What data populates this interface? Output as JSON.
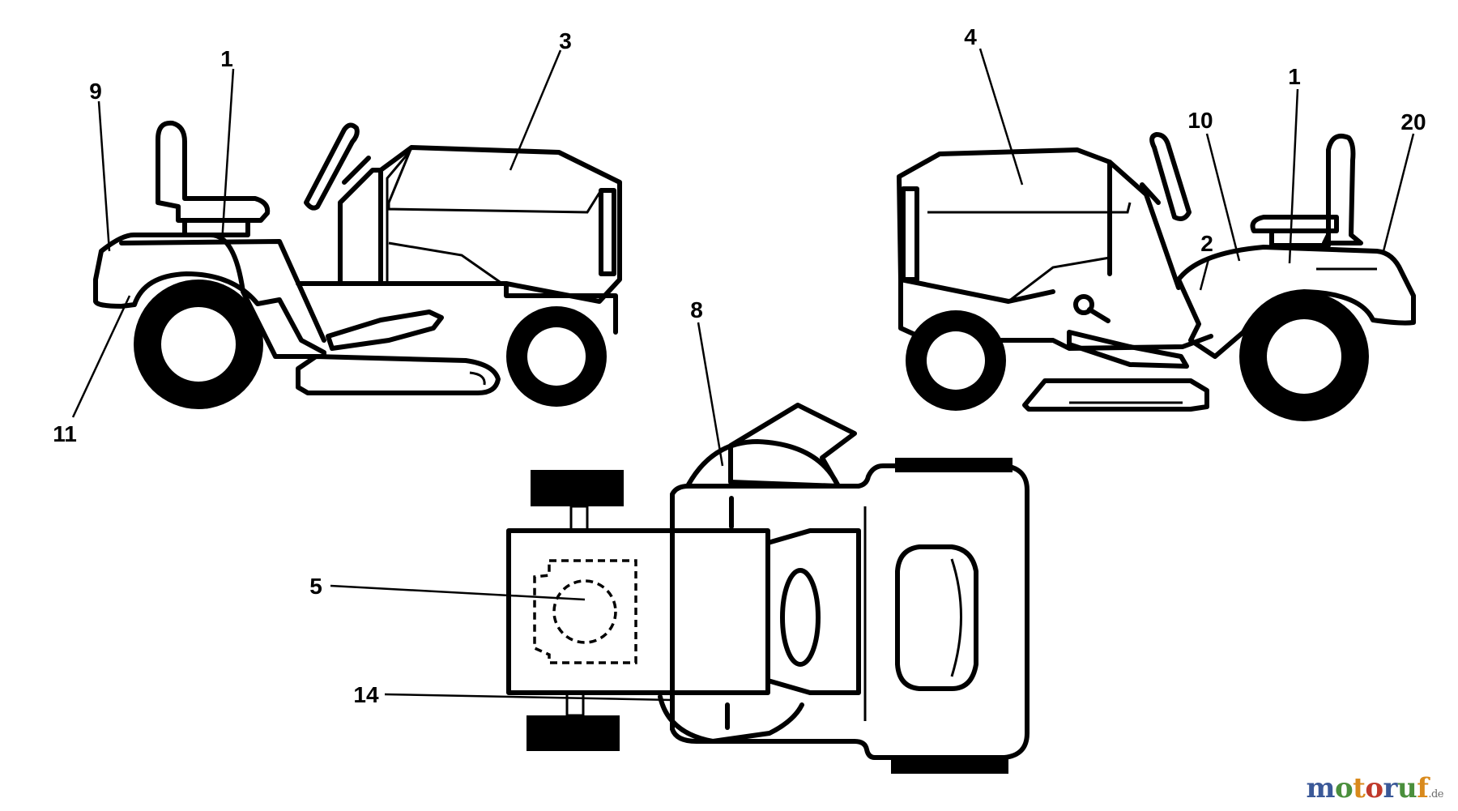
{
  "callouts": {
    "c1a": "1",
    "c3": "3",
    "c9": "9",
    "c11": "11",
    "c4": "4",
    "c1b": "1",
    "c10": "10",
    "c20": "20",
    "c2": "2",
    "c8": "8",
    "c5": "5",
    "c14": "14"
  },
  "watermark": {
    "letters": [
      "m",
      "o",
      "t",
      "o",
      "r",
      "u",
      "f"
    ],
    "colors": [
      "#3b5998",
      "#4a8f3c",
      "#d98a1c",
      "#c0392b",
      "#3b5998",
      "#4a8f3c",
      "#d98a1c"
    ],
    "tld": ".de"
  }
}
